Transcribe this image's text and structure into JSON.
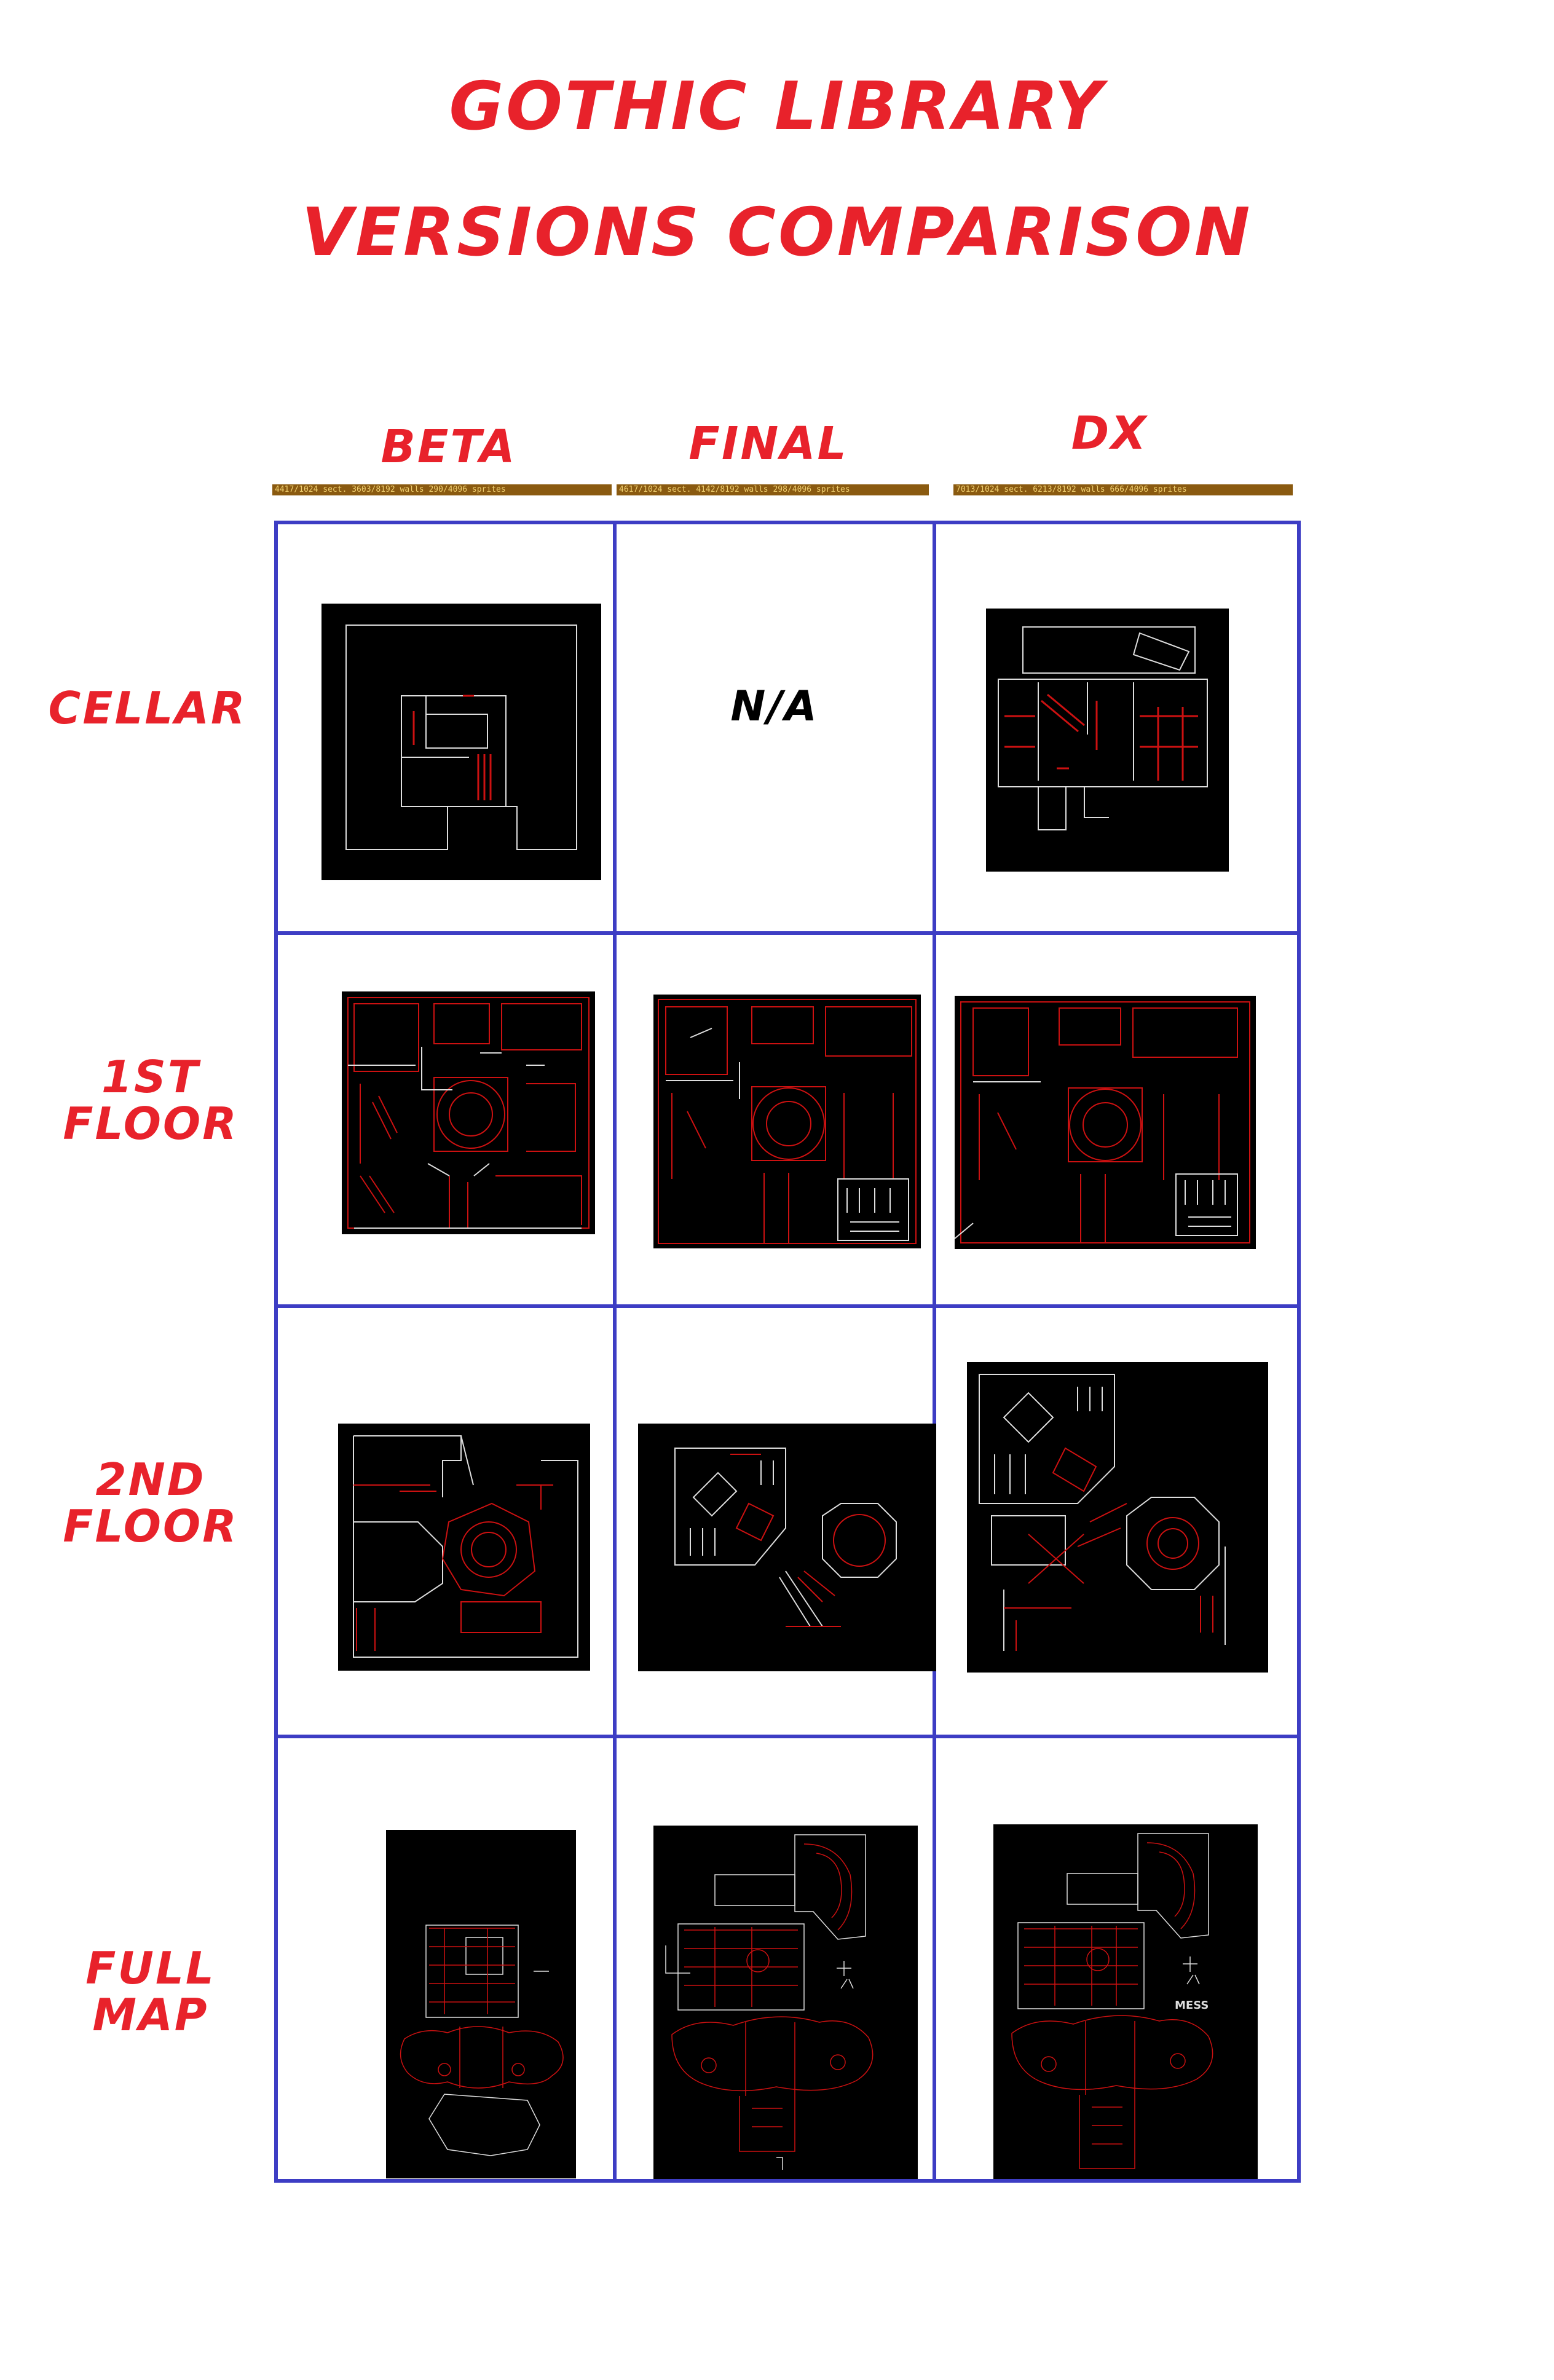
{
  "title": {
    "line1": "Gothic Library",
    "line2": "Versions Comparison"
  },
  "columns": [
    {
      "label": "Beta",
      "status_text": "4417/1024 sect. 3603/8192 walls 290/4096 sprites"
    },
    {
      "label": "Final",
      "status_text": "4617/1024 sect. 4142/8192 walls 298/4096 sprites"
    },
    {
      "label": "DX",
      "status_text": "7013/1024 sect. 6213/8192 walls 666/4096 sprites"
    }
  ],
  "rows": [
    {
      "label_line1": "Cellar",
      "label_line2": ""
    },
    {
      "label_line1": "1st",
      "label_line2": "Floor"
    },
    {
      "label_line1": "2nd",
      "label_line2": "Floor"
    },
    {
      "label_line1": "Full",
      "label_line2": "Map"
    }
  ],
  "cells": {
    "cellar_final": "N/A"
  },
  "map_labels": {
    "dx_full_mess": "MESS"
  },
  "colors": {
    "title": "#e8222b",
    "grid": "#3d3dc4",
    "map_background": "#000000",
    "map_red": "#cc1111",
    "map_white": "#dddddd"
  }
}
